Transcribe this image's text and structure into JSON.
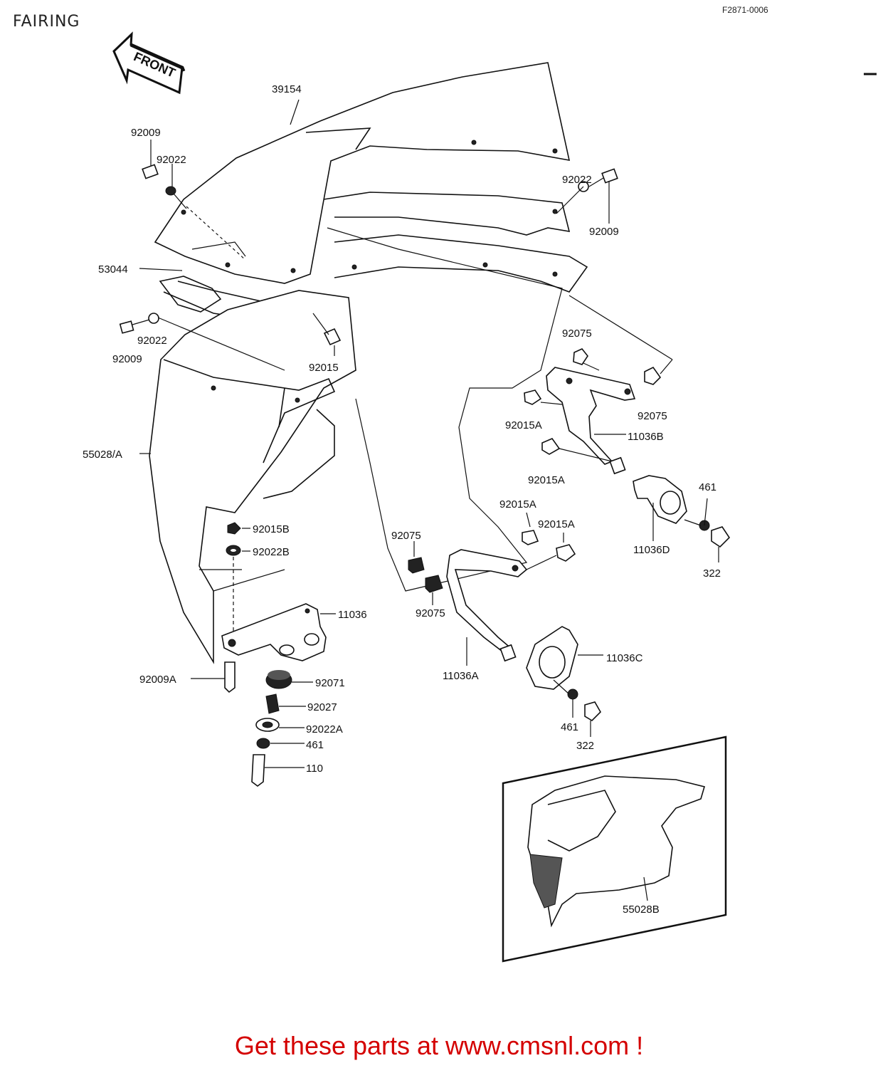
{
  "title": "FAIRING",
  "diagram_code": "F2871-0006",
  "front_label": "FRONT",
  "footer": "Get these parts at www.cmsnl.com !",
  "parts": {
    "p39154": "39154",
    "p92009_a": "92009",
    "p92022_a": "92022",
    "p92022_b": "92022",
    "p92009_b": "92009",
    "p53044": "53044",
    "p92022_c": "92022",
    "p92009_c": "92009",
    "p92015": "92015",
    "p92075_a": "92075",
    "p92075_b": "92075",
    "p92015A_a": "92015A",
    "p11036B": "11036B",
    "p92015A_b": "92015A",
    "p461_a": "461",
    "p11036D": "11036D",
    "p322_a": "322",
    "p55028A": "55028/A",
    "p92015A_c": "92015A",
    "p92015A_d": "92015A",
    "p92015B": "92015B",
    "p92022B": "92022B",
    "p92075_c": "92075",
    "p92075_d": "92075",
    "p11036": "11036",
    "p11036C": "11036C",
    "p11036A": "11036A",
    "p92009A": "92009A",
    "p92071": "92071",
    "p92027": "92027",
    "p461_b": "461",
    "p322_b": "322",
    "p92022A": "92022A",
    "p461_c": "461",
    "p110": "110",
    "p55028B": "55028B"
  }
}
